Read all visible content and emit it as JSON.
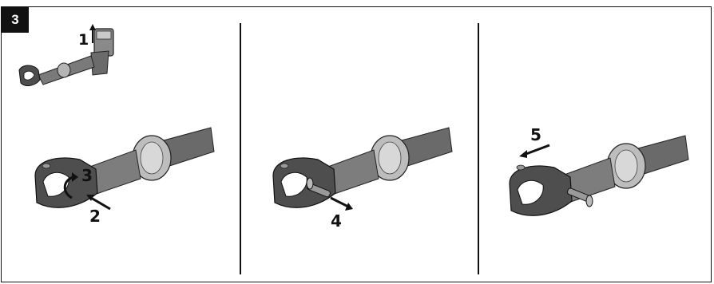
{
  "figure": {
    "step_badge": "3",
    "labels": {
      "remove_battery": "1",
      "press_button": "2",
      "rotate_head": "3",
      "pull_pin": "4",
      "remove_jaw": "5"
    }
  }
}
